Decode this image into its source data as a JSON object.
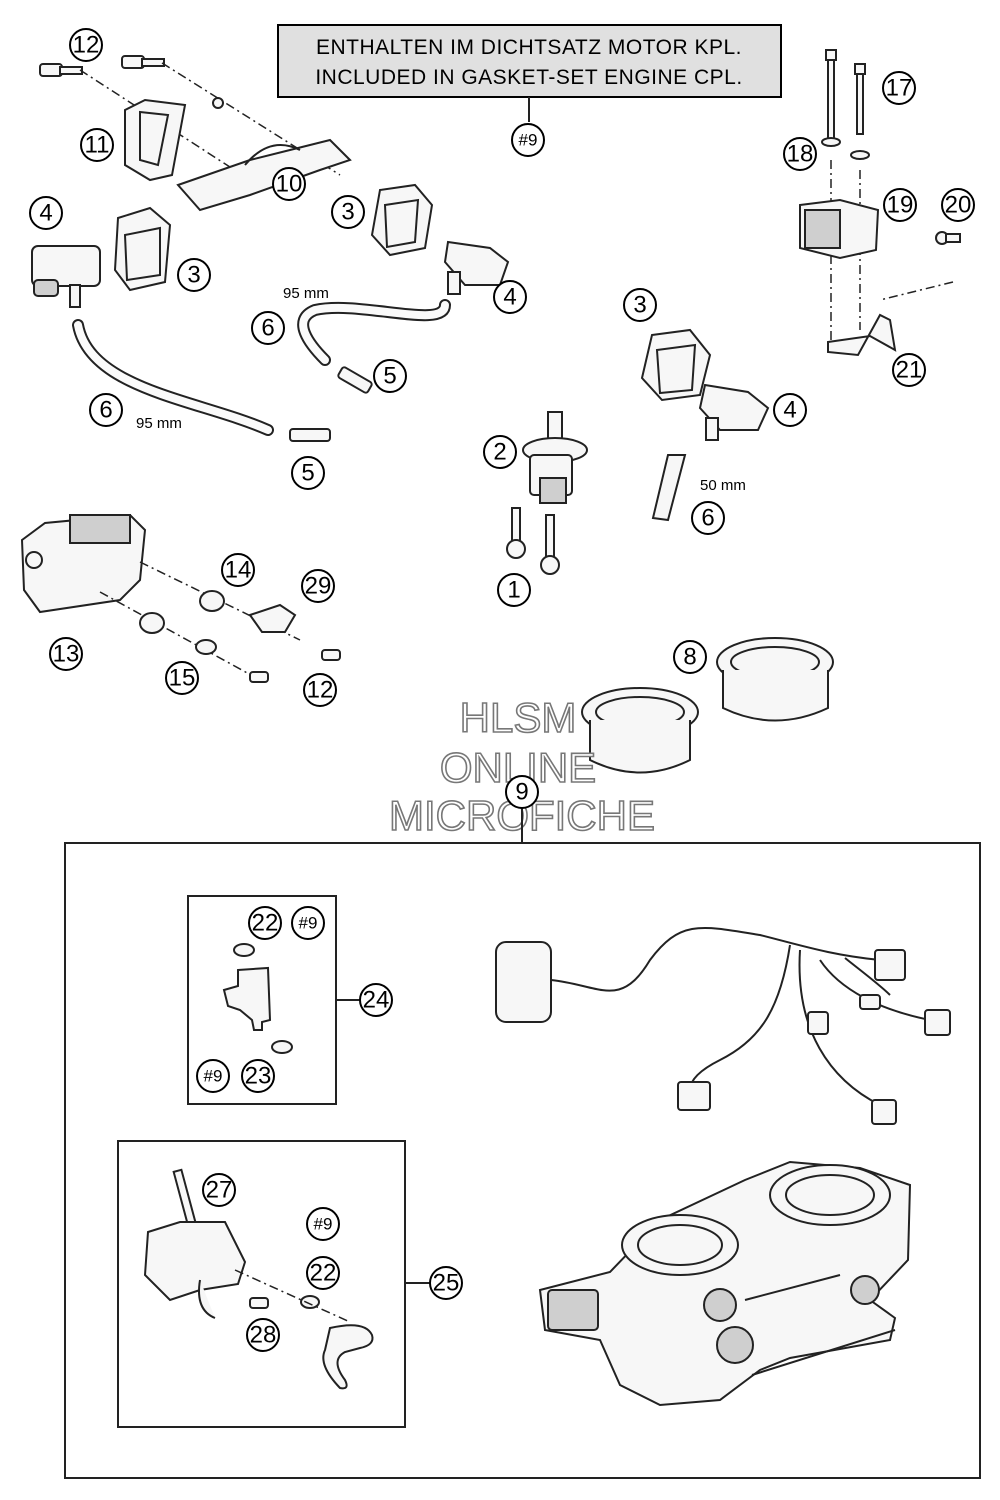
{
  "note": {
    "line1": "ENTHALTEN IM DICHTSATZ MOTOR KPL.",
    "line2": "INCLUDED IN GASKET-SET ENGINE CPL.",
    "ref": "#9"
  },
  "watermark": {
    "line1": "HLSM",
    "line2": "ONLINE",
    "line3": "MICROFICHE"
  },
  "dimensions": {
    "hose_left": "95 mm",
    "hose_mid": "95 mm",
    "hose_right": "50 mm"
  },
  "callouts": {
    "c12a": "12",
    "c11": "11",
    "c10": "10",
    "c4a": "4",
    "c3a": "3",
    "c3b": "3",
    "c4b": "4",
    "c6a": "6",
    "c5a": "5",
    "c6b": "6",
    "c5b": "5",
    "c2": "2",
    "c1": "1",
    "c3c": "3",
    "c4c": "4",
    "c6c": "6",
    "c17": "17",
    "c18": "18",
    "c19": "19",
    "c20": "20",
    "c21": "21",
    "c13": "13",
    "c14": "14",
    "c29": "29",
    "c15": "15",
    "c12b": "12",
    "c8": "8",
    "c9": "9",
    "c22a": "22",
    "c24": "24",
    "c23": "23",
    "c27": "27",
    "c22b": "22",
    "c28": "28",
    "c25": "25"
  },
  "gasket_refs": {
    "r_top": "#9",
    "r_injector_top": "#9",
    "r_injector_bottom": "#9",
    "r_valve": "#9"
  }
}
